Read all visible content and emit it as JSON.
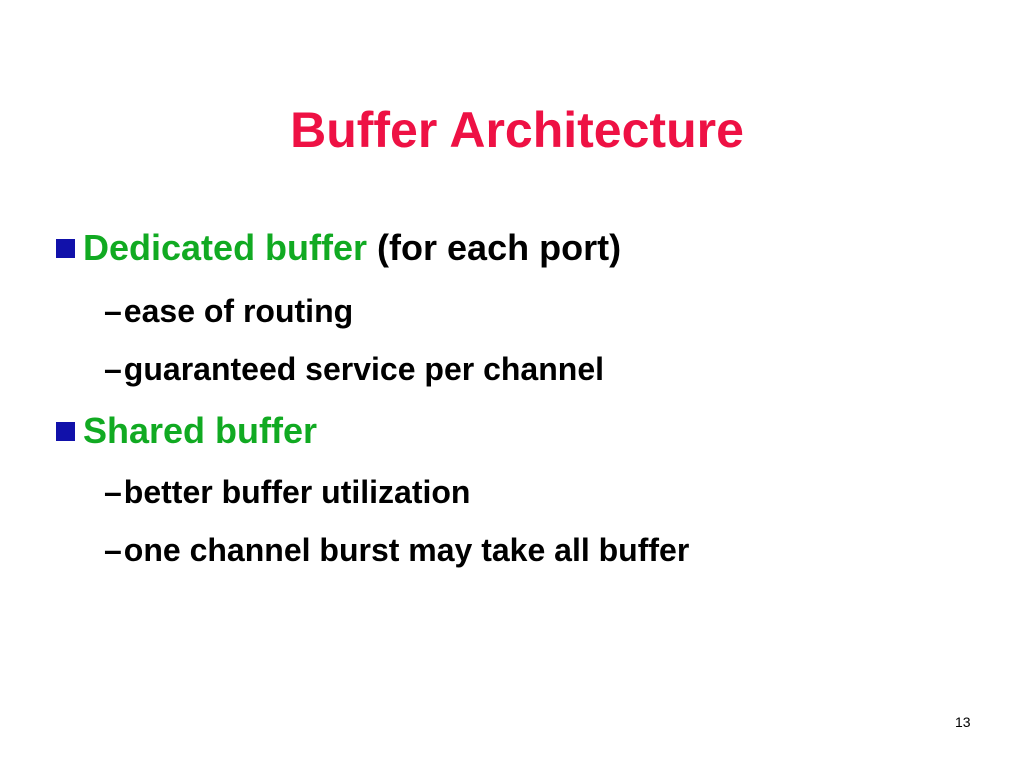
{
  "slide": {
    "title": "Buffer Architecture",
    "bullets": [
      {
        "highlight": "Dedicated buffer",
        "rest": " (for each port)",
        "subitems": [
          "ease of routing",
          "guaranteed service per channel"
        ]
      },
      {
        "highlight": "Shared buffer",
        "rest": "",
        "subitems": [
          "better buffer utilization",
          "one channel burst may take all buffer"
        ]
      }
    ],
    "dash_glyph": "–",
    "page_number": "13"
  },
  "colors": {
    "title": "#ee1144",
    "highlight": "#11aa22",
    "bullet": "#1111aa",
    "text": "#000000",
    "background": "#ffffff"
  }
}
